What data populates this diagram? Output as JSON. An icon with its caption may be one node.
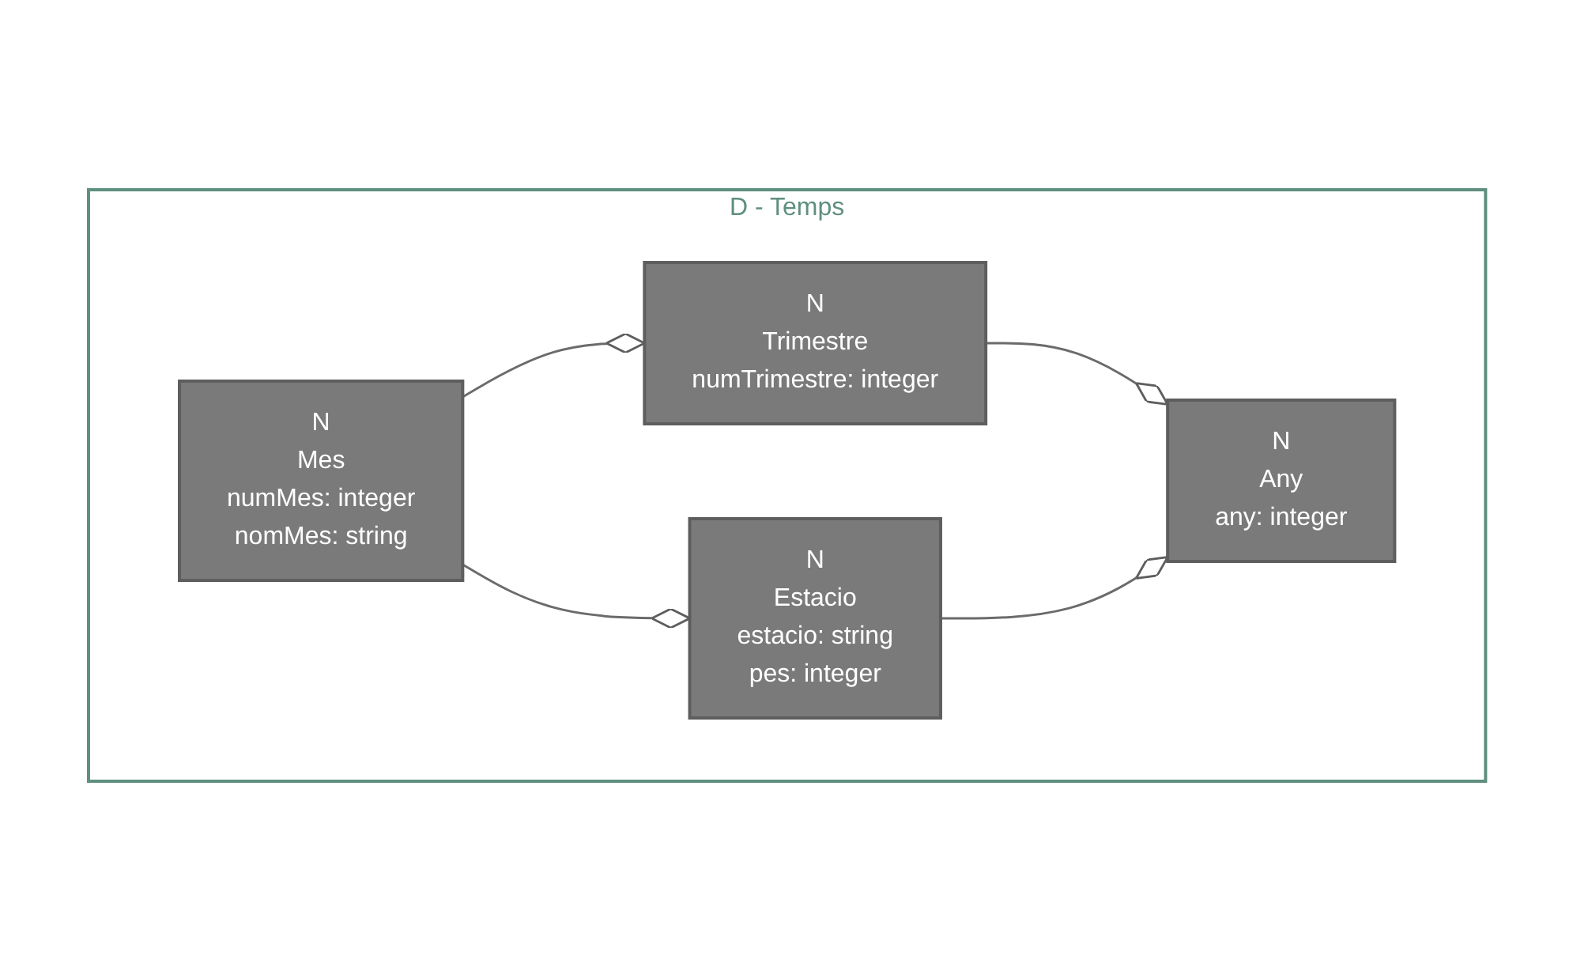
{
  "diagram": {
    "nodes": [
      {
        "text": [
          "D - Temps"
        ]
      },
      {
        "text": [
          "N",
          "Trimestre",
          "numTrimestre: integer"
        ],
        "in": 0
      },
      {
        "text": [
          "N",
          "Mes",
          "numMes: integer",
          "nomMes: string"
        ],
        "in": 0
      },
      {
        "text": [
          "N",
          "Any",
          "any: integer"
        ],
        "in": 0
      },
      {
        "text": [
          "N",
          "Estacio",
          "estacio: string",
          "pes: integer"
        ],
        "in": 0
      }
    ],
    "edges": [
      {
        "from": 2,
        "to": 1,
        "arrow": "other"
      },
      {
        "from": 1,
        "to": 3,
        "arrow": "other"
      },
      {
        "from": 2,
        "to": 4,
        "arrow": "other"
      },
      {
        "from": 4,
        "to": 3,
        "arrow": "other"
      }
    ]
  }
}
